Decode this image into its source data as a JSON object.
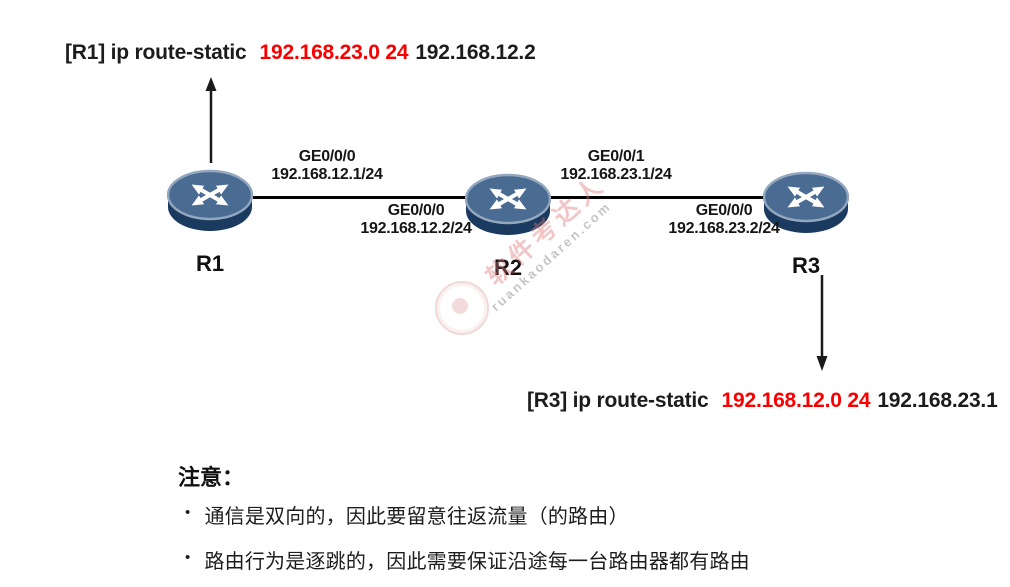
{
  "commands": {
    "r1": {
      "prefix": "[R1] ip route-static",
      "highlight": "192.168.23.0 24",
      "suffix": "192.168.12.2"
    },
    "r3": {
      "prefix": "[R3] ip route-static",
      "highlight": "192.168.12.0 24",
      "suffix": "192.168.23.1"
    }
  },
  "topology": {
    "routers": [
      {
        "name": "R1"
      },
      {
        "name": "R2"
      },
      {
        "name": "R3"
      }
    ],
    "interfaces": [
      {
        "intf": "GE0/0/0",
        "ip": "192.168.12.1/24",
        "router": "R1",
        "position": "above-link"
      },
      {
        "intf": "GE0/0/0",
        "ip": "192.168.12.2/24",
        "router": "R2",
        "position": "below-link"
      },
      {
        "intf": "GE0/0/1",
        "ip": "192.168.23.1/24",
        "router": "R2",
        "position": "above-link"
      },
      {
        "intf": "GE0/0/0",
        "ip": "192.168.23.2/24",
        "router": "R3",
        "position": "below-link"
      }
    ],
    "links": [
      {
        "from": "R1",
        "to": "R2"
      },
      {
        "from": "R2",
        "to": "R3"
      }
    ]
  },
  "notes": {
    "title": "注意：",
    "bullet": "•",
    "items": [
      "通信是双向的，因此要留意往返流量（的路由）",
      "路由行为是逐跳的，因此需要保证沿途每一台路由器都有路由"
    ]
  },
  "watermark": {
    "brand": "软件考达人",
    "domain": "ruankaodaren.com"
  },
  "colors": {
    "highlight_red": "#f80000",
    "text_black": "#1c1c1c",
    "router_top": "#4a6b92",
    "router_rim": "#93a7be",
    "router_body": "#1a3a60",
    "link_line": "#000000"
  }
}
